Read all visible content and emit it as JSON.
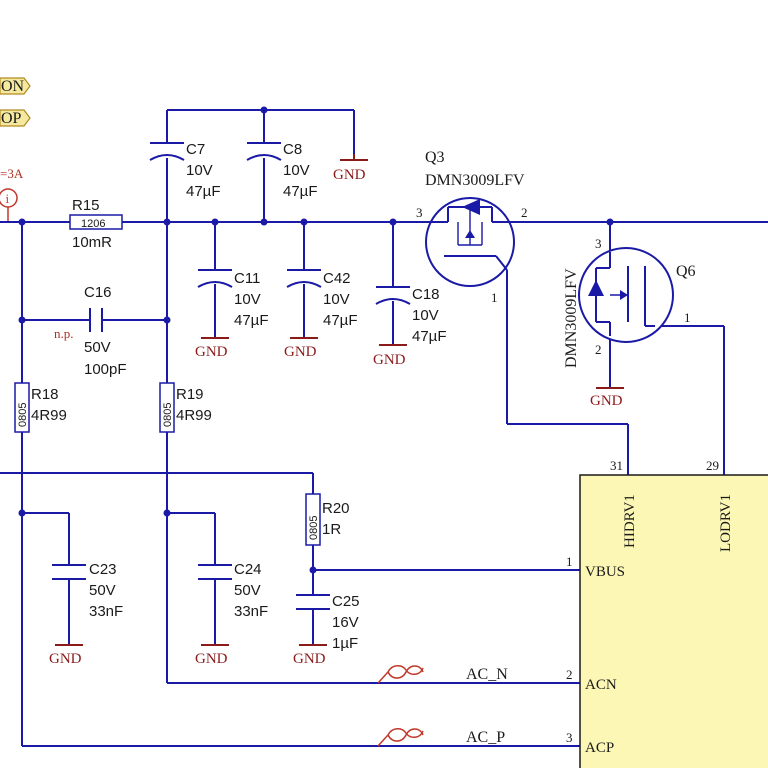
{
  "net_flags": [
    {
      "name": "flag-on",
      "label": "ON"
    },
    {
      "name": "flag-op",
      "label": "OP"
    }
  ],
  "current_label": "=3A",
  "probe_symbol": "i",
  "gnd_label": "GND",
  "np_label": "n.p.",
  "colors": {
    "wire": "#1a1aa6",
    "ground": "#8b1a1a",
    "chip_fill": "#fcf7b5",
    "flag_fill": "#f5e9a0",
    "probe": "#c0392b"
  },
  "components": {
    "R15": {
      "ref": "R15",
      "pkg": "1206",
      "value": "10mR"
    },
    "C16": {
      "ref": "C16",
      "voltage": "50V",
      "value": "100pF"
    },
    "C7": {
      "ref": "C7",
      "voltage": "10V",
      "value": "47µF"
    },
    "C8": {
      "ref": "C8",
      "voltage": "10V",
      "value": "47µF"
    },
    "C11": {
      "ref": "C11",
      "voltage": "10V",
      "value": "47µF"
    },
    "C42": {
      "ref": "C42",
      "voltage": "10V",
      "value": "47µF"
    },
    "C18": {
      "ref": "C18",
      "voltage": "10V",
      "value": "47µF"
    },
    "R18": {
      "ref": "R18",
      "pkg": "0805",
      "value": "4R99"
    },
    "R19": {
      "ref": "R19",
      "pkg": "0805",
      "value": "4R99"
    },
    "R20": {
      "ref": "R20",
      "pkg": "0805",
      "value": "1R"
    },
    "C23": {
      "ref": "C23",
      "voltage": "50V",
      "value": "33nF"
    },
    "C24": {
      "ref": "C24",
      "voltage": "50V",
      "value": "33nF"
    },
    "C25": {
      "ref": "C25",
      "voltage": "16V",
      "value": "1µF"
    },
    "Q3": {
      "ref": "Q3",
      "part": "DMN3009LFV",
      "pins": [
        "3",
        "2",
        "1"
      ]
    },
    "Q6": {
      "ref": "Q6",
      "part": "DMN3009LFV",
      "pins": [
        "3",
        "2",
        "1"
      ]
    }
  },
  "ic": {
    "pins": [
      {
        "num": "31",
        "name": "HIDRV1"
      },
      {
        "num": "29",
        "name": "LODRV1"
      },
      {
        "num": "1",
        "name": "VBUS"
      },
      {
        "num": "2",
        "name": "ACN"
      },
      {
        "num": "3",
        "name": "ACP"
      }
    ]
  },
  "nets": {
    "acn": "AC_N",
    "acp": "AC_P"
  }
}
